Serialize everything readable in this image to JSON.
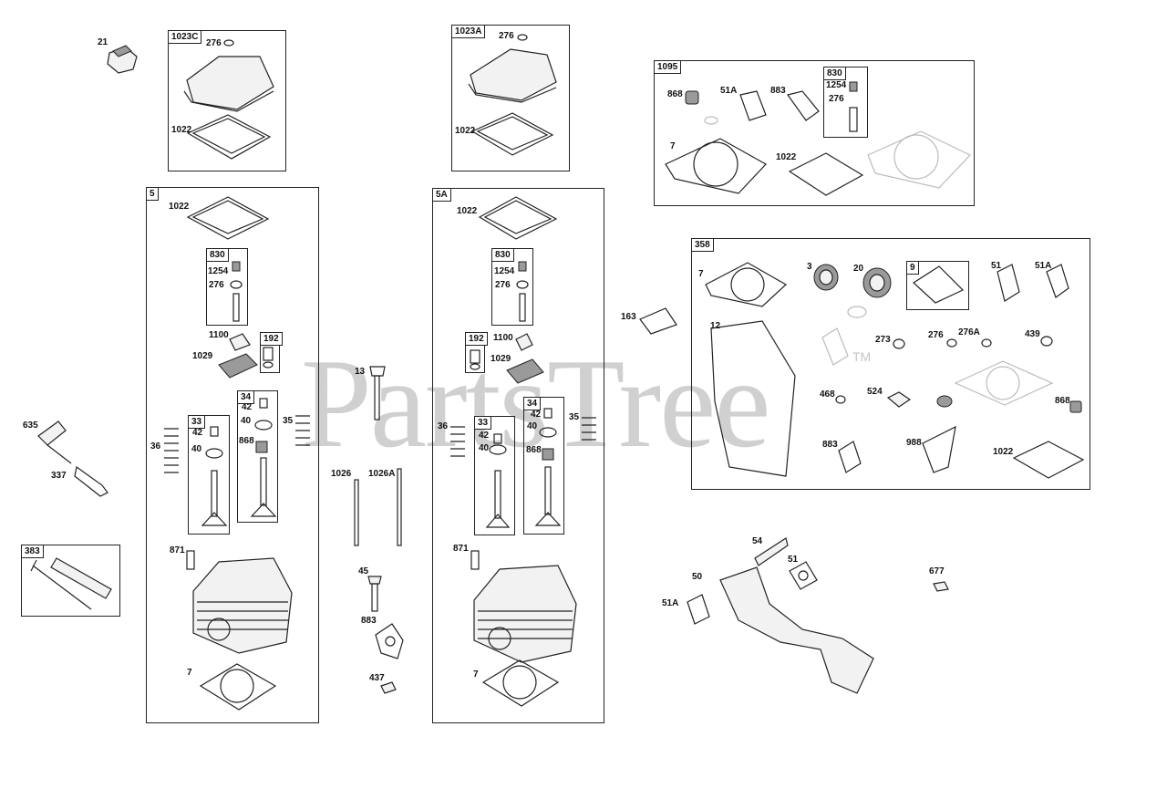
{
  "watermark": {
    "text": "PartsTree",
    "trademark": "TM"
  },
  "groups": [
    {
      "id": "g1023C",
      "tag": "1023C"
    },
    {
      "id": "g1023A",
      "tag": "1023A"
    },
    {
      "id": "g1095",
      "tag": "1095"
    },
    {
      "id": "g830a",
      "tag": "830"
    },
    {
      "id": "g5",
      "tag": "5"
    },
    {
      "id": "g5A",
      "tag": "5A"
    },
    {
      "id": "g358",
      "tag": "358"
    },
    {
      "id": "g9",
      "tag": "9"
    },
    {
      "id": "g830b",
      "tag": "830"
    },
    {
      "id": "g192b",
      "tag": "192"
    },
    {
      "id": "g33b",
      "tag": "33"
    },
    {
      "id": "g34b",
      "tag": "34"
    },
    {
      "id": "g830c",
      "tag": "830"
    },
    {
      "id": "g192c",
      "tag": "192"
    },
    {
      "id": "g33c",
      "tag": "33"
    },
    {
      "id": "g34c",
      "tag": "34"
    },
    {
      "id": "g383",
      "tag": "383"
    }
  ],
  "callouts": [
    "21",
    "276",
    "1022",
    "276",
    "1022",
    "868",
    "51A",
    "883",
    "1254",
    "276",
    "7",
    "1022",
    "1022",
    "1254",
    "276",
    "1100",
    "1029",
    "42",
    "40",
    "868",
    "35",
    "36",
    "42",
    "40",
    "871",
    "7",
    "13",
    "1026",
    "1026A",
    "45",
    "883",
    "437",
    "1022",
    "1254",
    "276",
    "1100",
    "1029",
    "36",
    "42",
    "40",
    "42",
    "40",
    "868",
    "35",
    "871",
    "7",
    "163",
    "7",
    "3",
    "20",
    "51",
    "51A",
    "12",
    "273",
    "276",
    "276A",
    "439",
    "468",
    "524",
    "868",
    "883",
    "988",
    "1022",
    "54",
    "51",
    "50",
    "51A",
    "677",
    "635",
    "337"
  ]
}
